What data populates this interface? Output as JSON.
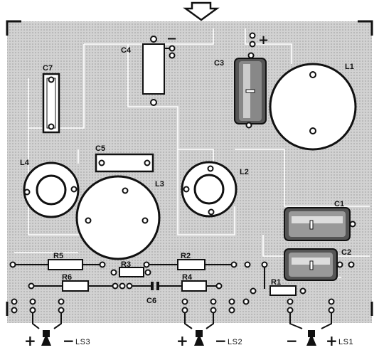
{
  "labels": {
    "C1": "C1",
    "C2": "C2",
    "C3": "C3",
    "C4": "C4",
    "C5": "C5",
    "C6": "C6",
    "C7": "C7",
    "L1": "L1",
    "L2": "L2",
    "L3": "L3",
    "L4": "L4",
    "R1": "R1",
    "R2": "R2",
    "R3": "R3",
    "R4": "R4",
    "R5": "R5",
    "R6": "R6",
    "LS1": "LS1",
    "LS2": "LS2",
    "LS3": "LS3"
  },
  "signs": {
    "plus": "+",
    "minus": "−"
  },
  "colors": {
    "board": "#cfcfcf",
    "trace": "#ffffff",
    "ink": "#111111"
  },
  "icons": {
    "input": "down-arrow-icon",
    "speaker": "speaker-icon"
  }
}
